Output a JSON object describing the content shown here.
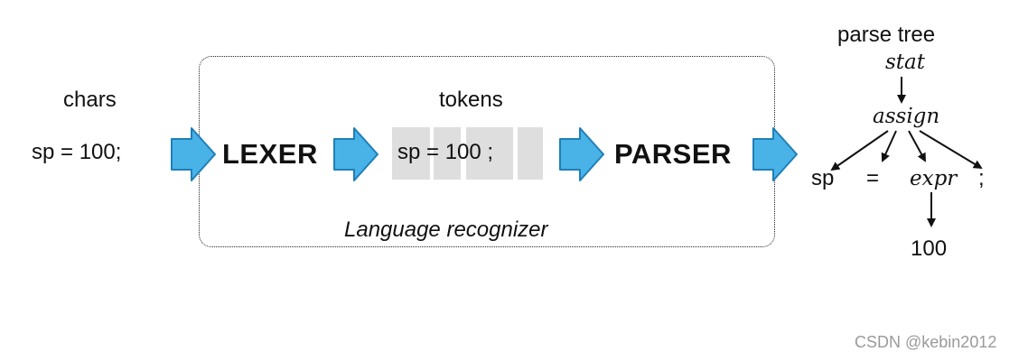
{
  "labels": {
    "chars": "chars",
    "input_text": "sp = 100;",
    "lexer": "LEXER",
    "tokens": "tokens",
    "token_text": "sp = 100 ;",
    "parser": "PARSER",
    "recognizer": "Language recognizer",
    "parse_tree": "parse tree"
  },
  "tree": {
    "root": "stat",
    "assign": "assign",
    "children": [
      "sp",
      "=",
      "expr",
      ";"
    ],
    "leaf": "100"
  },
  "watermark": "CSDN @kebin2012",
  "colors": {
    "arrow_fill": "#49b3e8",
    "arrow_stroke": "#1e7fb8",
    "token_box": "#dedede"
  }
}
